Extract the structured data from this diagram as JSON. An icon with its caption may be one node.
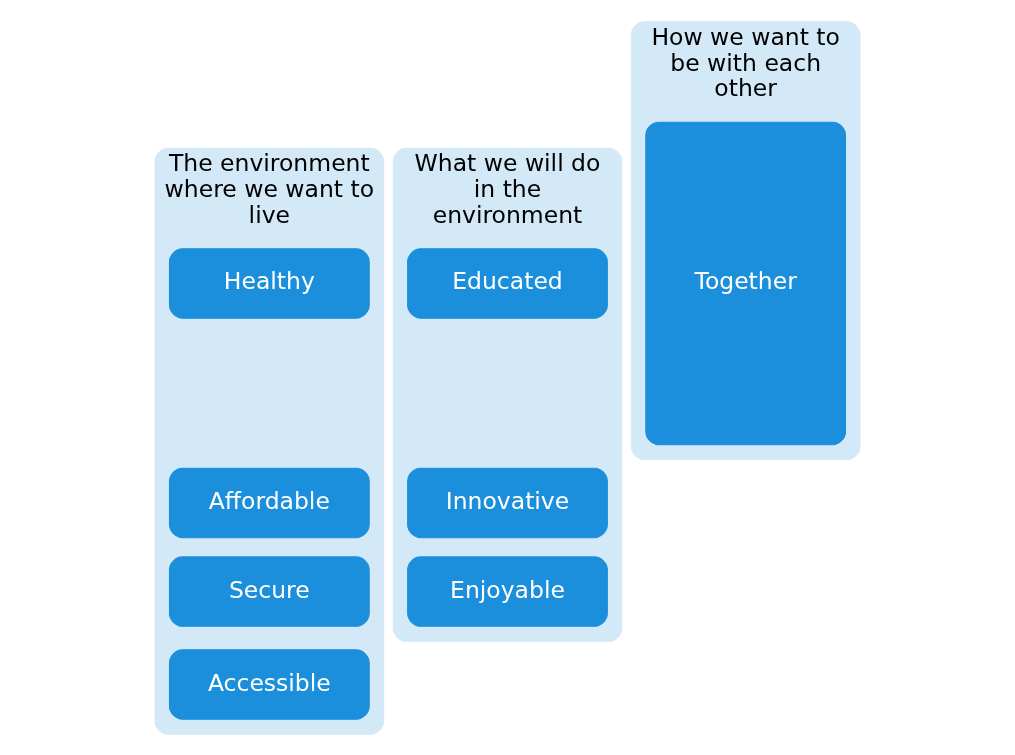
{
  "diagram": {
    "nodes": [
      {
        "text": [
          "The environment where we want to live"
        ]
      },
      {
        "text": [
          "Healthy"
        ],
        "in": 0
      },
      {
        "text": [
          "Affordable"
        ],
        "in": 0
      },
      {
        "text": [
          "Secure"
        ],
        "in": 0
      },
      {
        "text": [
          "Accessible"
        ],
        "in": 0
      },
      {
        "text": [
          "What we will do in the environment"
        ]
      },
      {
        "text": [
          "Educated"
        ],
        "in": 5
      },
      {
        "text": [
          "Innovative"
        ],
        "in": 5
      },
      {
        "text": [
          "Enjoyable"
        ],
        "in": 5
      },
      {
        "text": [
          "How we want to be with each other"
        ]
      },
      {
        "text": [
          "Together"
        ],
        "in": 9
      }
    ]
  }
}
